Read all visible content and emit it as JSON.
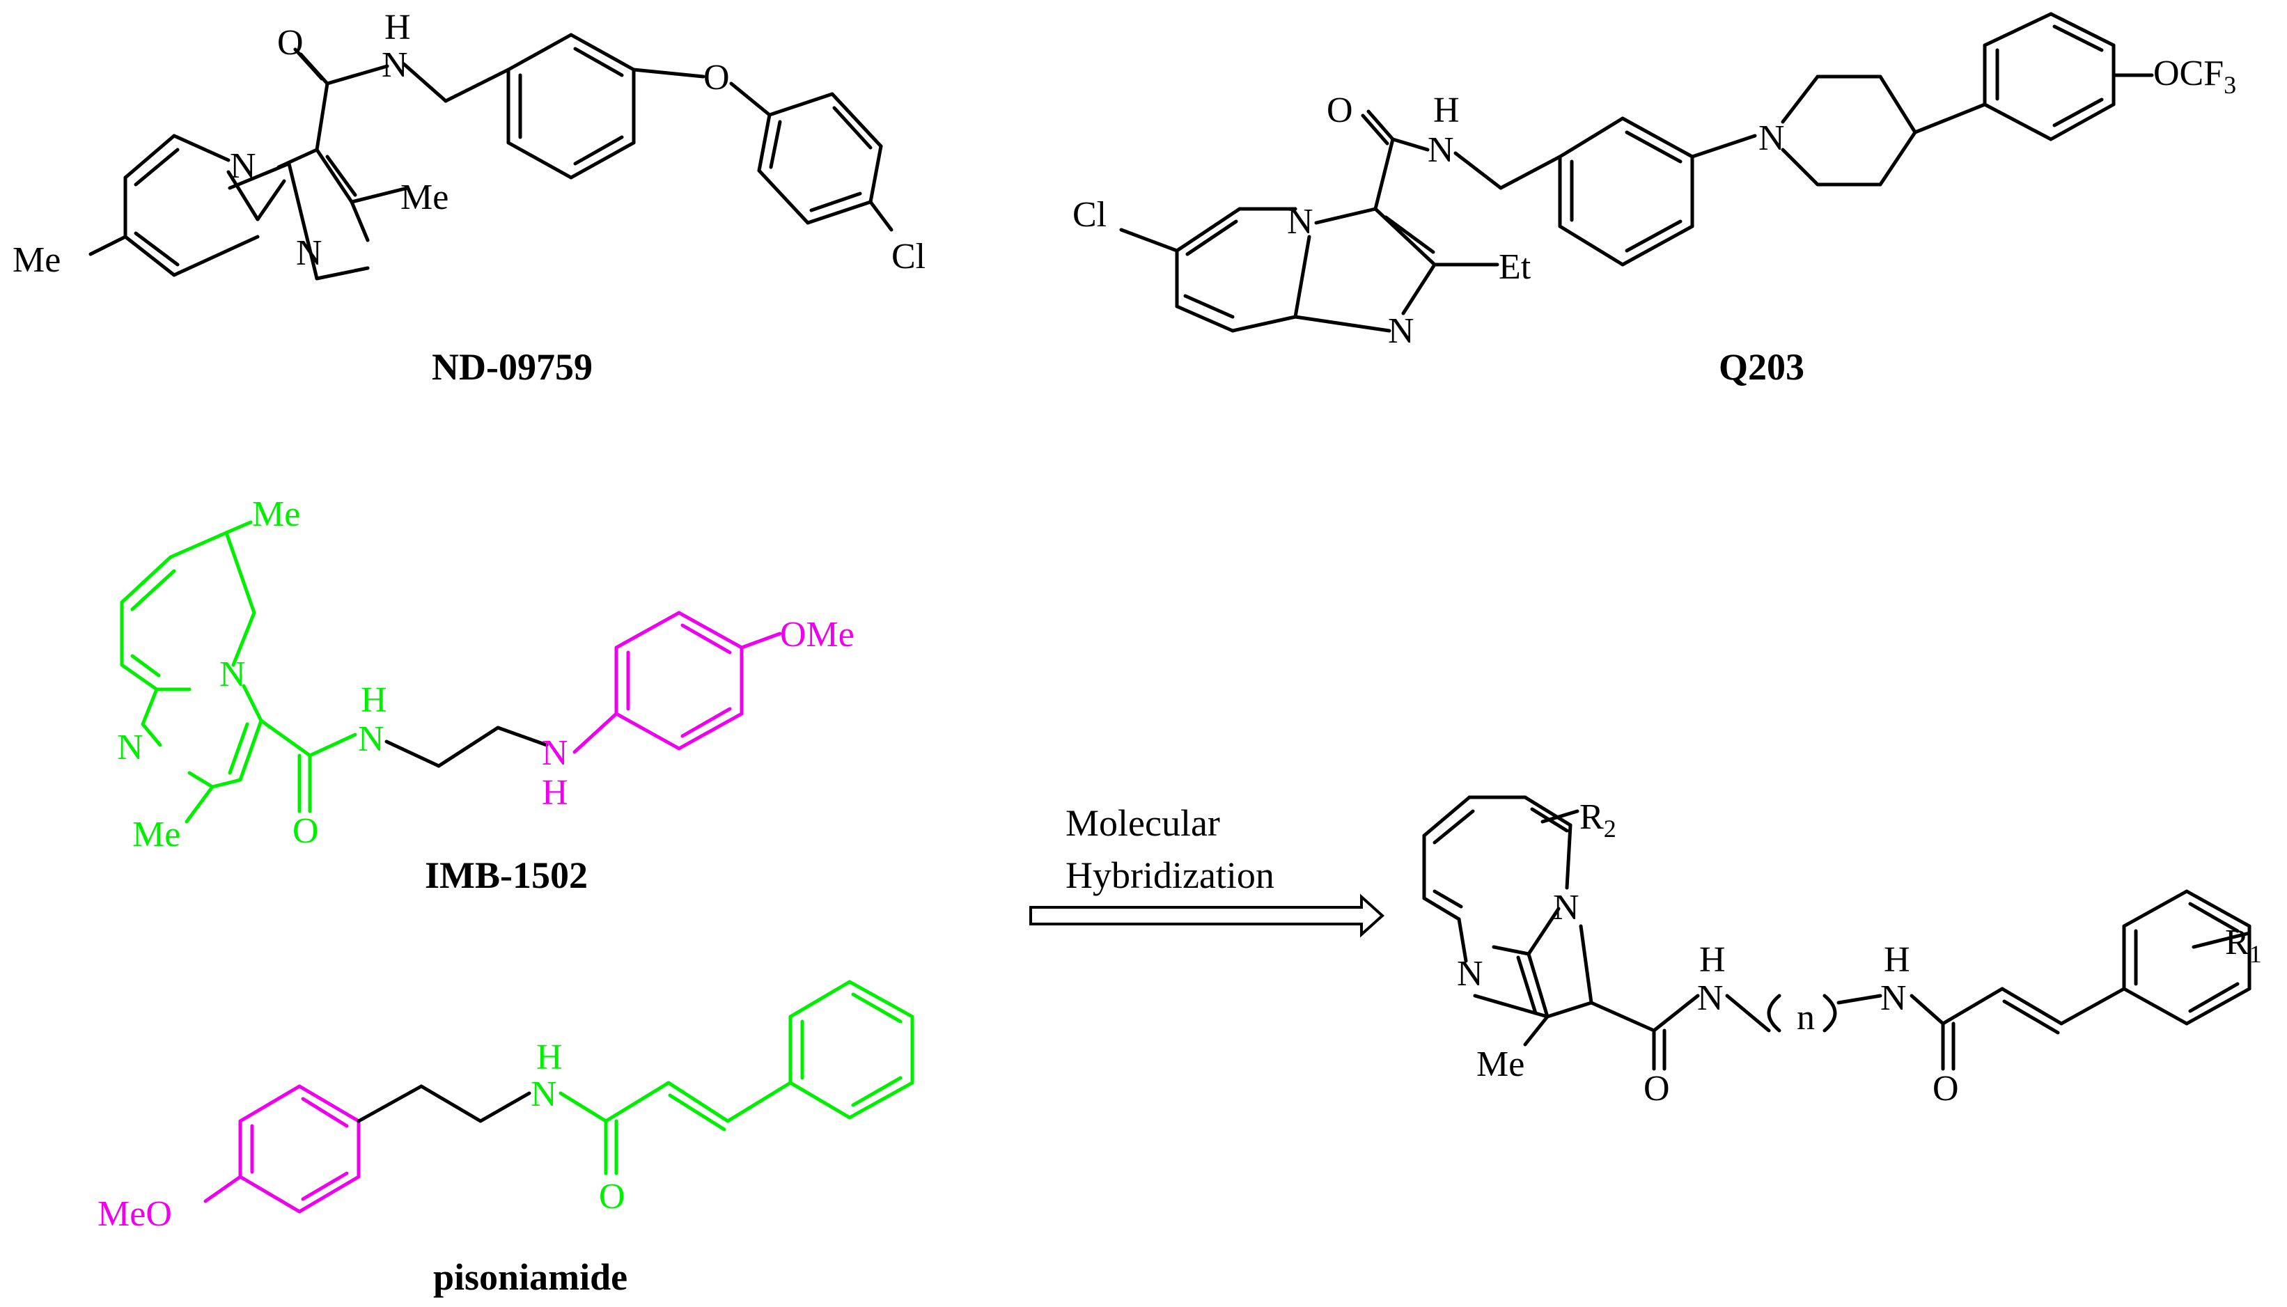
{
  "colors": {
    "black": "#000000",
    "scaffold_green": "#00ee00",
    "aryl_magenta": "#ee00ee",
    "background": "#ffffff"
  },
  "compounds": {
    "nd09759": {
      "name": "ND-09759",
      "atoms": {
        "o": "O",
        "h": "H",
        "n": "N",
        "n_ring": "N",
        "n_bridge": "N",
        "o_ether": "O",
        "me_ring": "Me",
        "me_pyr": "Me",
        "cl": "Cl"
      }
    },
    "q203": {
      "name": "Q203",
      "atoms": {
        "o": "O",
        "h": "H",
        "n": "N",
        "n_bridge": "N",
        "n_ring": "N",
        "n_pip": "N",
        "cl": "Cl",
        "et": "Et",
        "ocf": "OCF",
        "f_sub": "3"
      }
    },
    "imb1502": {
      "name": "IMB-1502",
      "atoms": {
        "me_top": "Me",
        "n_bridge": "N",
        "n_ring": "N",
        "me_bottom": "Me",
        "h_amide": "H",
        "n_amide": "N",
        "o_amide": "O",
        "n_amine": "N",
        "h_amine": "H",
        "ome": "OMe"
      }
    },
    "pisoniamide": {
      "name": "pisoniamide",
      "atoms": {
        "meo": "MeO",
        "h": "H",
        "n": "N",
        "o": "O"
      }
    },
    "hybrid": {
      "atoms": {
        "r2": "R",
        "r2_sub": "2",
        "n_bridge": "N",
        "n_ring": "N",
        "me": "Me",
        "h1": "H",
        "n1": "N",
        "o1": "O",
        "n_index": "n",
        "h2": "H",
        "n2": "N",
        "o2": "O",
        "r1": "R",
        "r1_sub": "1"
      }
    }
  },
  "arrow": {
    "label_line1": "Molecular",
    "label_line2": "Hybridization"
  }
}
